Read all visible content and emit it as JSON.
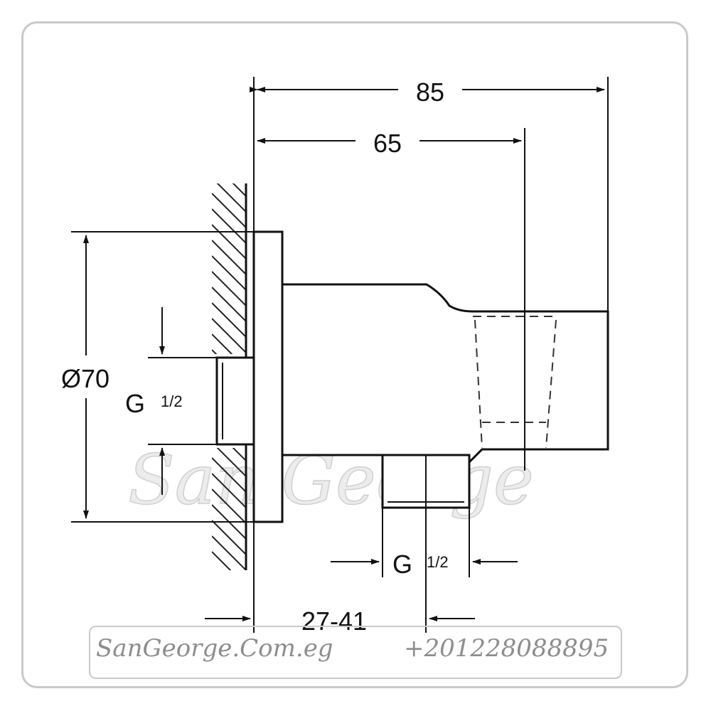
{
  "dimensions": {
    "overall_length": "85",
    "outlet_length": "65",
    "diameter": "Ø70",
    "inlet_thread_main": "G",
    "inlet_thread_frac": "1/2",
    "outlet_thread_main": "G",
    "outlet_thread_frac": "1/2",
    "wall_depth": "27-41"
  },
  "watermark": {
    "text": "San George"
  },
  "footer": {
    "website": "SanGeorge.Com.eg",
    "phone": "+201228088895"
  }
}
